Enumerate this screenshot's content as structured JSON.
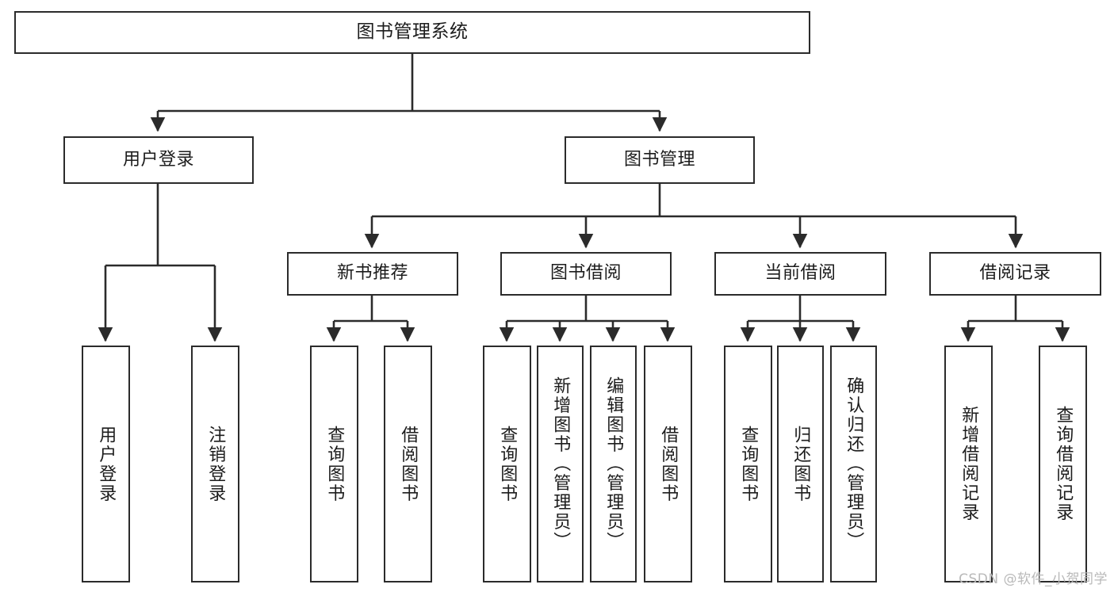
{
  "diagram": {
    "title": "图书管理系统",
    "watermark": "CSDN @软件_小贺同学",
    "colors": {
      "stroke": "#2b2b2b",
      "fill": "#ffffff",
      "text": "#1c1c1c",
      "watermark": "#b9b9b9"
    },
    "levels": {
      "root": {
        "label": "图书管理系统"
      },
      "level2": [
        {
          "label": "用户登录"
        },
        {
          "label": "图书管理"
        }
      ],
      "level3": [
        {
          "label": "新书推荐"
        },
        {
          "label": "图书借阅"
        },
        {
          "label": "当前借阅"
        },
        {
          "label": "借阅记录"
        }
      ],
      "leaves": {
        "user_login": [
          {
            "label": "用户登录"
          },
          {
            "label": "注销登录"
          }
        ],
        "new_book_recommend": [
          {
            "label": "查询图书"
          },
          {
            "label": "借阅图书"
          }
        ],
        "book_borrow": [
          {
            "label": "查询图书"
          },
          {
            "label": "新增图书（管理员）"
          },
          {
            "label": "编辑图书（管理员）"
          },
          {
            "label": "借阅图书"
          }
        ],
        "current_borrow": [
          {
            "label": "查询图书"
          },
          {
            "label": "归还图书"
          },
          {
            "label": "确认归还（管理员）"
          }
        ],
        "borrow_record": [
          {
            "label": "新增借阅记录"
          },
          {
            "label": "查询借阅记录"
          }
        ]
      }
    }
  }
}
